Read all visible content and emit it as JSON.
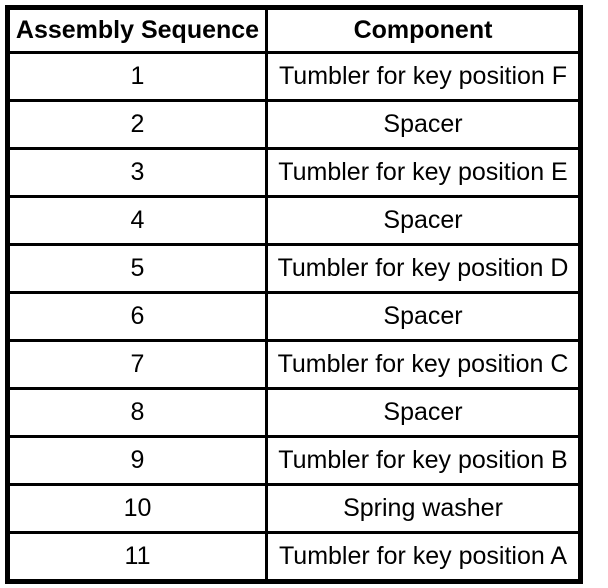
{
  "colors": {
    "border": "#000000",
    "background": "#ffffff",
    "text": "#000000"
  },
  "table": {
    "headers": [
      "Assembly Sequence",
      "Component"
    ],
    "rows": [
      {
        "sequence": "1",
        "component": "Tumbler for key position F"
      },
      {
        "sequence": "2",
        "component": "Spacer"
      },
      {
        "sequence": "3",
        "component": "Tumbler for key position E"
      },
      {
        "sequence": "4",
        "component": "Spacer"
      },
      {
        "sequence": "5",
        "component": "Tumbler for key position D"
      },
      {
        "sequence": "6",
        "component": "Spacer"
      },
      {
        "sequence": "7",
        "component": "Tumbler for key position C"
      },
      {
        "sequence": "8",
        "component": "Spacer"
      },
      {
        "sequence": "9",
        "component": "Tumbler for key position B"
      },
      {
        "sequence": "10",
        "component": "Spring washer"
      },
      {
        "sequence": "11",
        "component": "Tumbler for key position A"
      }
    ]
  }
}
